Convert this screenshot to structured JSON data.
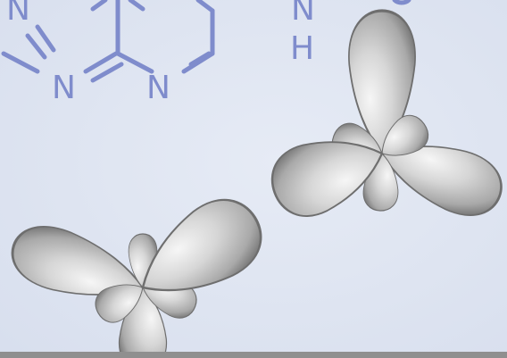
{
  "molecule": {
    "atom_n_1": "N",
    "atom_n_2": "N",
    "atom_n_3": "N",
    "atom_n_4": "N",
    "atom_h": "H",
    "bond_color": "#7f8ccc"
  },
  "orbitals": {
    "lobe_color": "#c4c4c4",
    "lobe_shadow": "#6e6e6e"
  },
  "background": {
    "color": "#dfe5f1",
    "bottom_band": "#8f8f8f"
  }
}
